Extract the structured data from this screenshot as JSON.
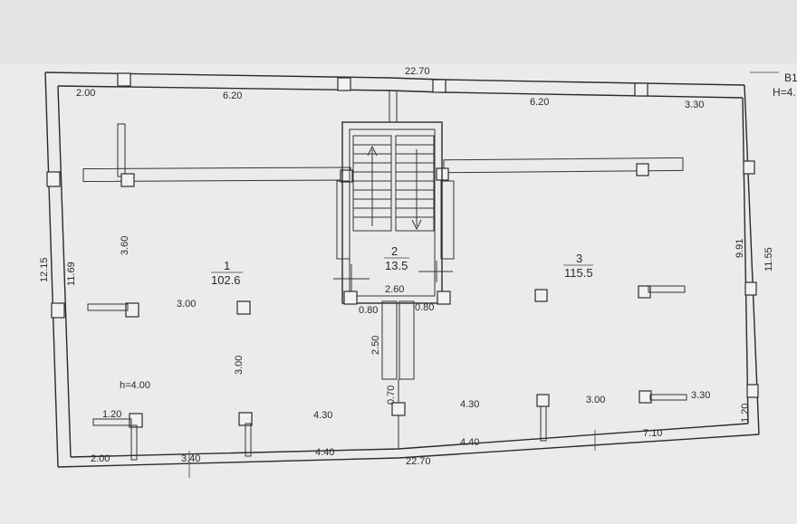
{
  "corner_label": {
    "code": "В1",
    "height": "Н=4."
  },
  "overall_dims": {
    "top": "22.70",
    "bottom": "22.70",
    "left_outer": "12.15",
    "left_inner": "11.69",
    "right_inner": "9.91",
    "right_outer": "11.55"
  },
  "rooms": [
    {
      "id": "1",
      "area": "102.6"
    },
    {
      "id": "2",
      "area": "13.5"
    },
    {
      "id": "3",
      "area": "115.5"
    }
  ],
  "labels": {
    "top_left_200": "2.00",
    "top_left_620": "6.20",
    "top_right_620": "6.20",
    "top_right_330": "3.30",
    "left_360": "3.60",
    "left_300_h": "3.00",
    "left_300_v": "3.00",
    "ceiling_h": "h=4.00",
    "left_120": "1.20",
    "left_430": "4.30",
    "bottom_200": "2.00",
    "bottom_340": "3.40",
    "bottom_440_left": "4.40",
    "bottom_440_right": "4.40",
    "stair_260": "2.60",
    "stair_080_left": "0.80",
    "stair_080_right": "0.80",
    "stair_250": "2.50",
    "stair_070": "0.70",
    "right_430": "4.30",
    "right_300": "3.00",
    "right_330_low": "3.30",
    "right_710": "7.10",
    "right_120": "1.20"
  }
}
